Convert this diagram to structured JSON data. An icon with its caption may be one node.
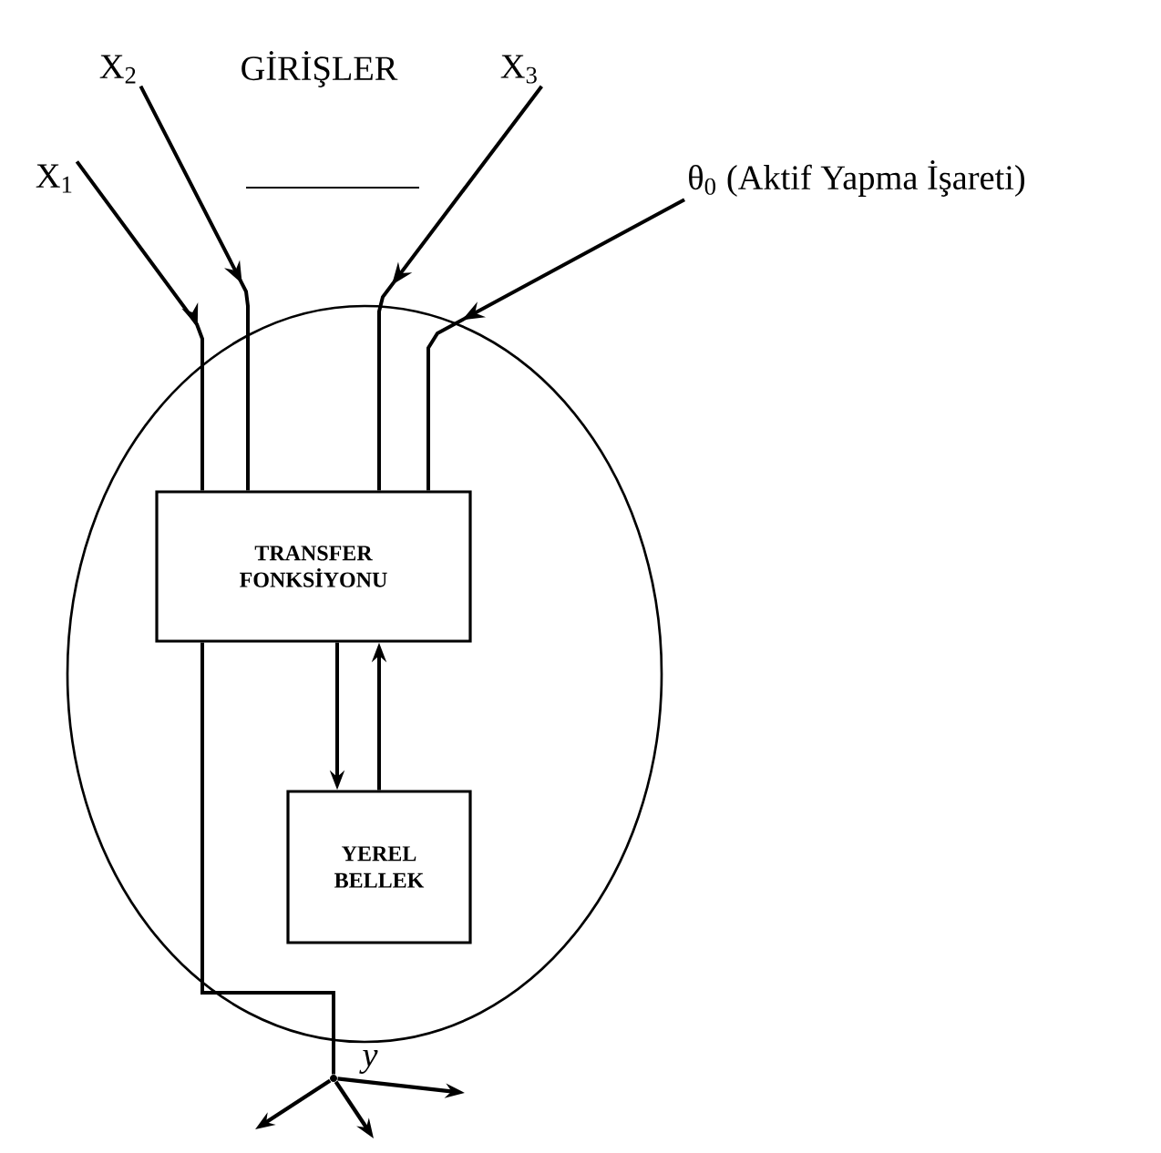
{
  "diagram": {
    "nodes": [
      {
        "text": [],
        "shape": "ellipse"
      },
      {
        "text": [
          "TRANSFER FONKSİYONU"
        ],
        "in": 0
      },
      {
        "text": [
          "YEREL BELLEK"
        ],
        "in": 0
      },
      {
        "text": [
          "X$_{1}$"
        ]
      },
      {
        "text": [
          "X$_{2}$"
        ]
      },
      {
        "text": [
          "X$_{3}$"
        ]
      },
      {
        "text": [
          "θ$_{0}$ (Aktif Yapma İşareti)"
        ]
      },
      {
        "text": [],
        "shape": "point",
        "beside": [
          "y"
        ]
      }
    ],
    "edges": [
      {
        "from": 3,
        "to": 1,
        "arrow": "to"
      },
      {
        "from": 4,
        "to": 1,
        "arrow": "to"
      },
      {
        "from": 5,
        "to": 1,
        "arrow": "to"
      },
      {
        "from": 6,
        "to": 1,
        "arrow": "to"
      },
      {
        "from": 1,
        "to": 2,
        "arrow": "to"
      },
      {
        "from": 2,
        "to": 1,
        "arrow": "to"
      },
      {
        "from": 1,
        "to": 7,
        "arrow": "none"
      },
      {
        "from": 7,
        "to": null,
        "arrow": "to"
      },
      {
        "from": 7,
        "to": null,
        "arrow": "to"
      },
      {
        "from": 7,
        "to": null,
        "arrow": "to"
      }
    ],
    "labels": [
      "GİRİŞLER"
    ]
  }
}
